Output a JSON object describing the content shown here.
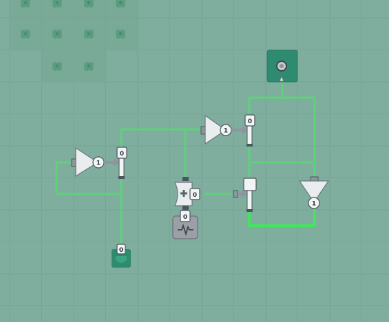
{
  "palette": {
    "board": "#7fae9f",
    "grid": "#76a495",
    "tile_shade": "#79aa97",
    "wire": "#5fd178",
    "wire_bright": "#42e65e",
    "component_body": "#e9edee",
    "component_stroke": "#6d7680",
    "node_fill": "#2f8b6f",
    "chip_fill": "#9c9fa5"
  },
  "components": {
    "buffer_left": {
      "kind": "triangle-buffer",
      "value": "1"
    },
    "buffer_top": {
      "kind": "triangle-buffer",
      "value": "1"
    },
    "buffer_down": {
      "kind": "triangle-buffer",
      "value": "1"
    },
    "adder": {
      "kind": "adder-gate",
      "icon": "plus-icon",
      "value": "0"
    },
    "pulse_chip": {
      "kind": "pulse-generator",
      "icon": "pulse-wave-icon",
      "value": "0"
    },
    "switch_left": {
      "kind": "switch",
      "value": "0"
    },
    "switch_top": {
      "kind": "switch",
      "value": "0"
    },
    "switch_mid": {
      "kind": "switch"
    },
    "output_node": {
      "kind": "output-node",
      "icon": "target-ring-icon"
    },
    "input_node": {
      "kind": "input-node",
      "value": "0"
    }
  },
  "decor": {
    "icon": "flower-icon"
  }
}
